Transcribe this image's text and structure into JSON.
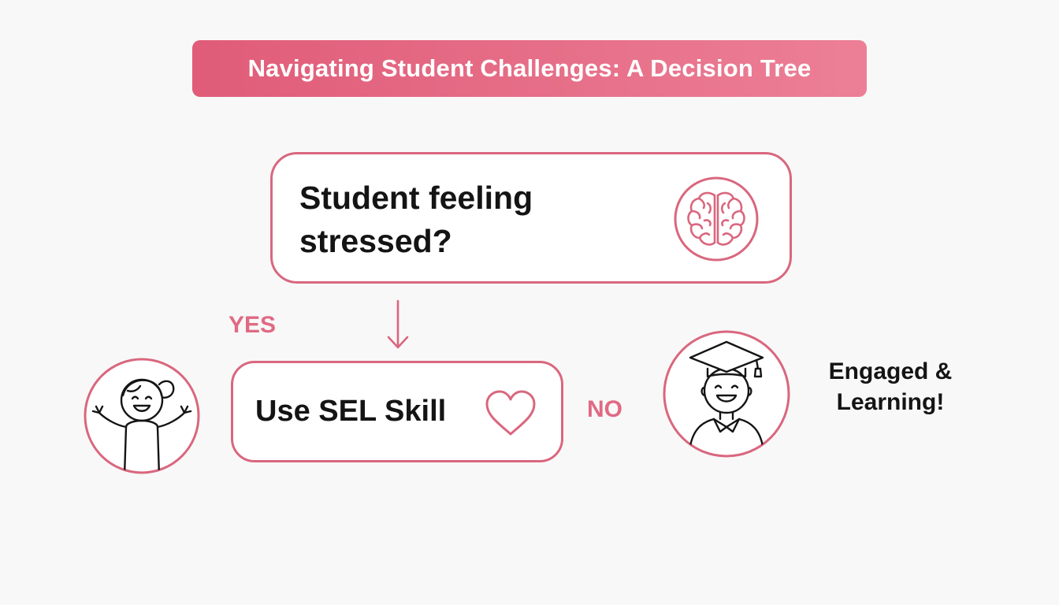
{
  "title": "Navigating Student Challenges: A Decision Tree",
  "question": {
    "text": "Student feeling stressed?",
    "icon": "brain-icon"
  },
  "branches": {
    "yes_label": "YES",
    "no_label": "NO"
  },
  "action": {
    "text": "Use SEL Skill",
    "icon": "heart-icon"
  },
  "outcome": {
    "text": "Engaged & Learning!",
    "icon": "graduate-student-icon"
  },
  "student_icon": "cheering-student-icon",
  "colors": {
    "accent": "#d9677e",
    "banner_start": "#e05c78",
    "banner_end": "#ec7f96",
    "label": "#e06a84",
    "text": "#141414",
    "background": "#f8f8f8"
  }
}
